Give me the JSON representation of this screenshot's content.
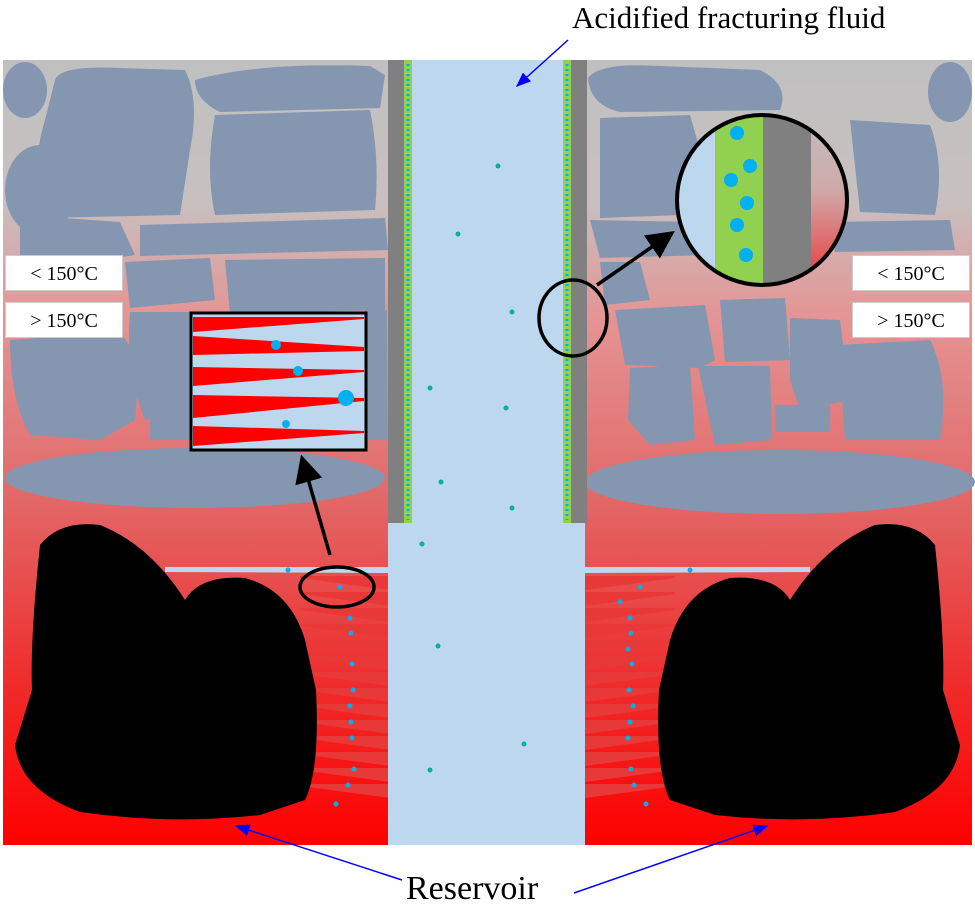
{
  "diagram": {
    "title": "Acidified fracturing fluid",
    "reservoir_label": "Reservoir",
    "temp_labels": {
      "below": "< 150°C",
      "above": "> 150°C"
    },
    "colors": {
      "background_gray": "#c0c0c0",
      "hot_red": "#ff0000",
      "rock_blue": "#8496b0",
      "fluid_light_blue": "#bdd7ee",
      "casing_gray": "#808080",
      "cement_green": "#92d050",
      "particle_cyan": "#00b0f0",
      "dot_teal": "#00b0a0",
      "arrow_blue": "#0000ff",
      "reservoir_black": "#000000"
    }
  }
}
